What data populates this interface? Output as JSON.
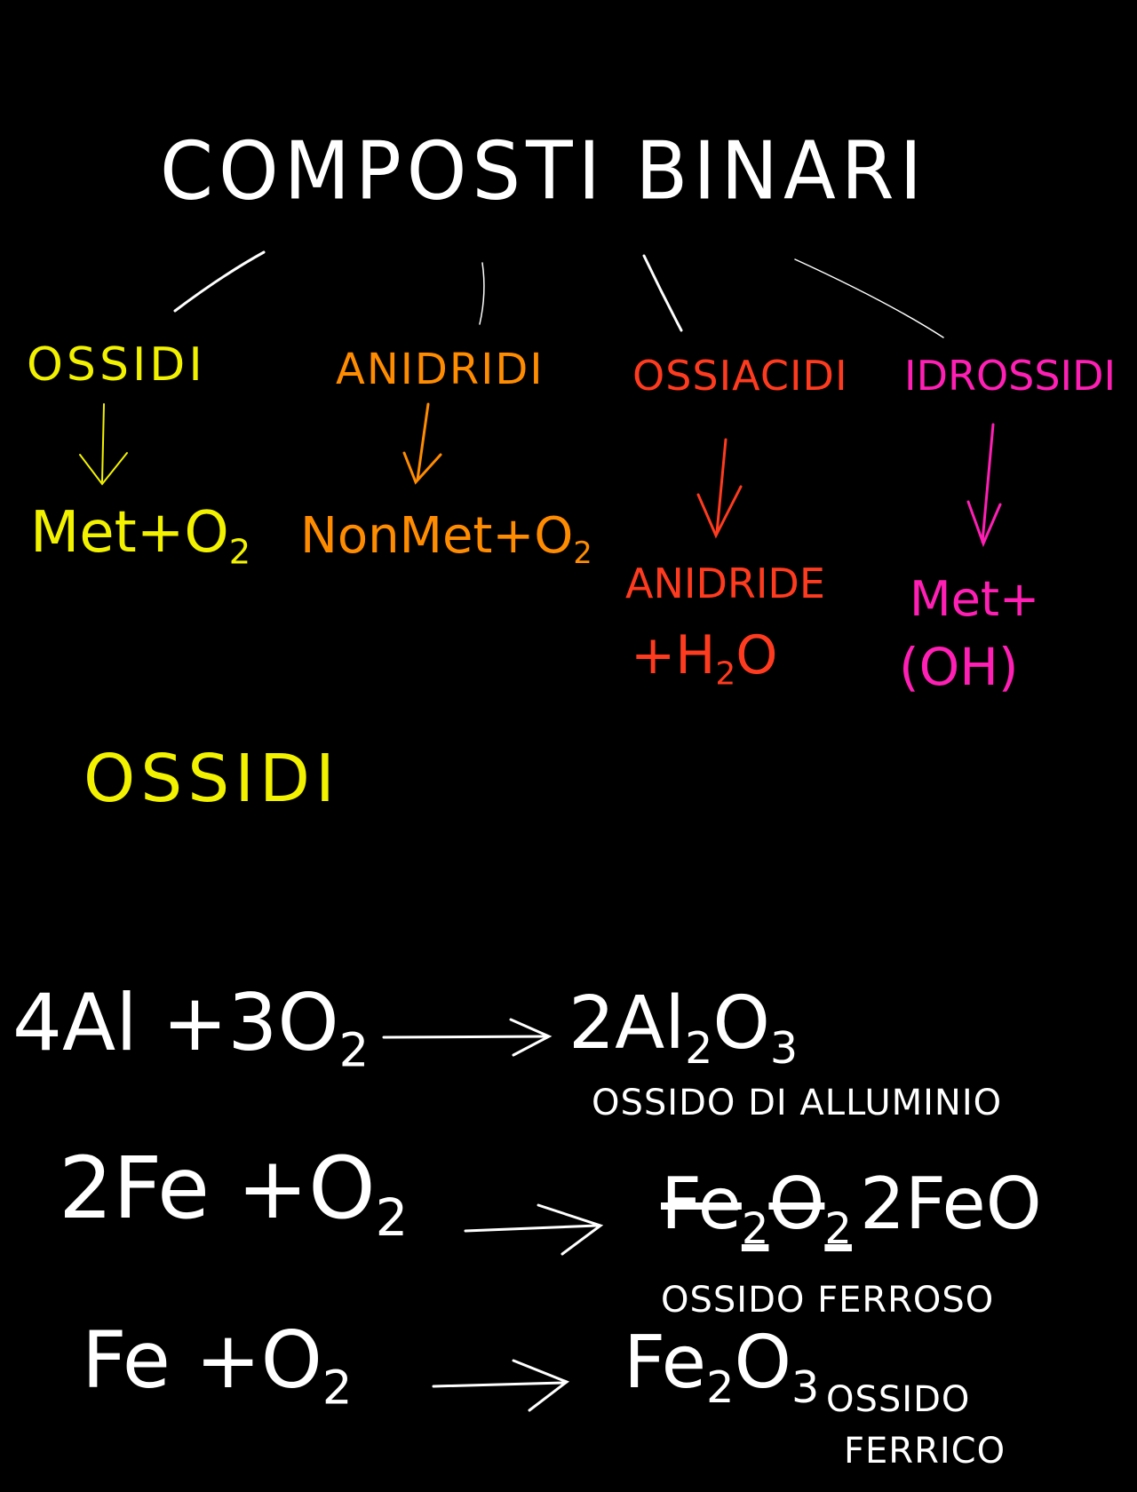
{
  "colors": {
    "background": "#000000",
    "title": "#ffffff",
    "ossidi": "#f2f200",
    "anidridi": "#ff8c00",
    "ossiacidi": "#ff3b1f",
    "idrossidi": "#ff1fb4",
    "equations": "#ffffff"
  },
  "title": "COMPOSTI BINARI",
  "branches": [
    {
      "label": "OSSIDI",
      "formula": "Met+O",
      "formula_sub": "2"
    },
    {
      "label": "ANIDRIDI",
      "formula": "NonMet+O",
      "formula_sub": "2"
    },
    {
      "label": "OSSIACIDI",
      "formula_line1": "ANIDRIDE",
      "formula_line2": "+H",
      "formula_line2_sub": "2",
      "formula_line2_end": "O"
    },
    {
      "label": "IDROSSIDI",
      "formula_line1": "Met+",
      "formula_line2": "(OH)"
    }
  ],
  "section_heading": "OSSIDI",
  "equations": [
    {
      "lhs": "4Al +3O",
      "lhs_sub": "2",
      "rhs_coef": "2Al",
      "rhs_sub1": "2",
      "rhs_mid": "O",
      "rhs_sub2": "3",
      "name": "OSSIDO DI ALLUMINIO"
    },
    {
      "lhs": "2Fe +O",
      "lhs_sub": "2",
      "rhs_struck": "Fe",
      "rhs_struck_sub1": "2",
      "rhs_struck_mid": "O",
      "rhs_struck_sub2": "2",
      "rhs_final": "2FeO",
      "name": "OSSIDO FERROSO"
    },
    {
      "lhs": "Fe +O",
      "lhs_sub": "2",
      "rhs_coef": "Fe",
      "rhs_sub1": "2",
      "rhs_mid": "O",
      "rhs_sub2": "3",
      "name_line1": "OSSIDO",
      "name_line2": "FERRICO"
    }
  ]
}
